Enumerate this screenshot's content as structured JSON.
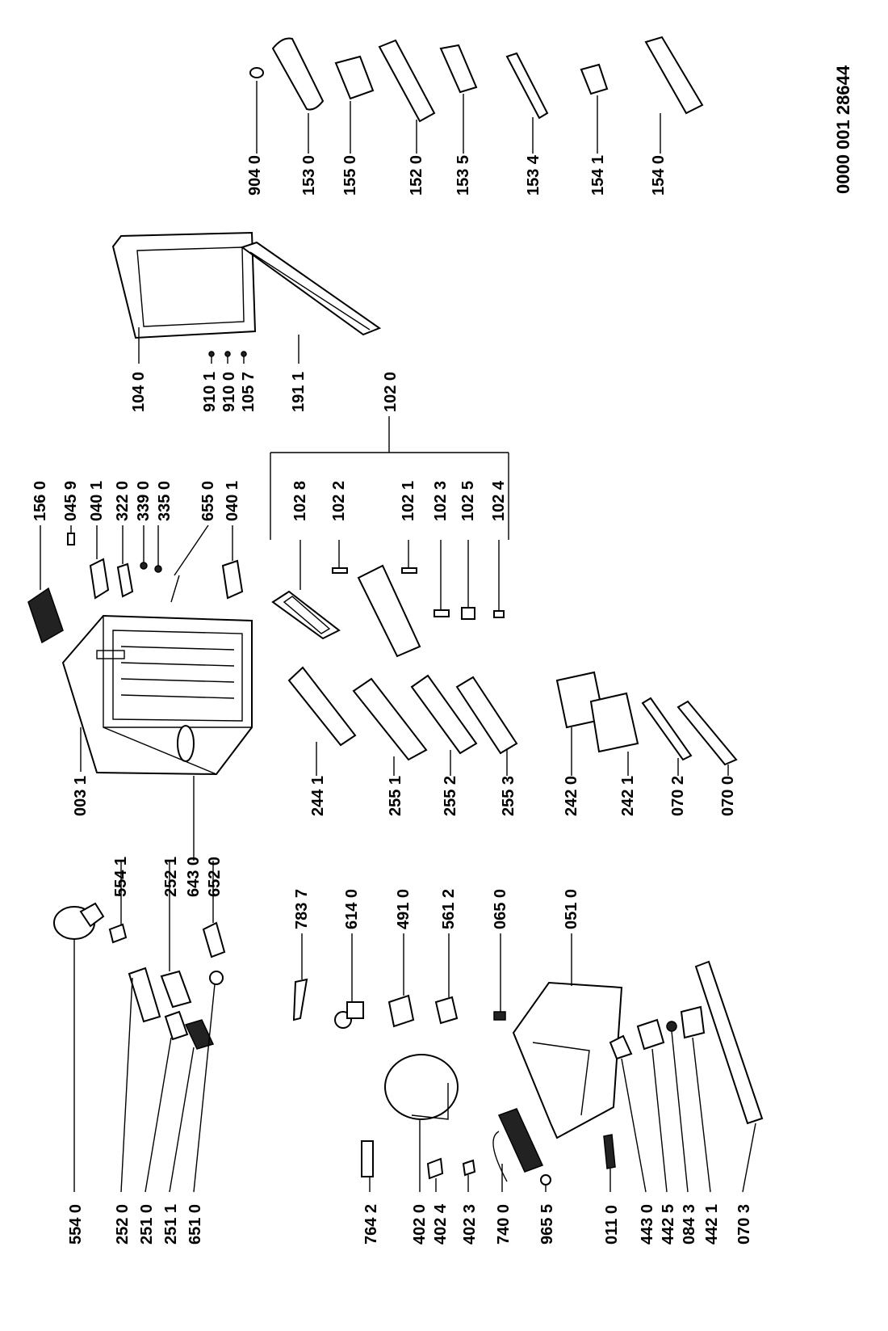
{
  "doc_number": "0000 001 28644",
  "labels": [
    "904 0",
    "153 0",
    "155 0",
    "152 0",
    "153 5",
    "153 4",
    "154 1",
    "154 0",
    "104 0",
    "910 1",
    "910 0",
    "105 7",
    "191 1",
    "102 0",
    "156 0",
    "045 9",
    "040 1",
    "322 0",
    "339 0",
    "335 0",
    "655 0",
    "040 1",
    "102 8",
    "102 2",
    "102 1",
    "102 3",
    "102 5",
    "102 4",
    "003 1",
    "554 1",
    "252 1",
    "643 0",
    "652 0",
    "244 1",
    "255 1",
    "255 2",
    "255 3",
    "242 0",
    "242 1",
    "070 2",
    "070 0",
    "783 7",
    "614 0",
    "491 0",
    "561 2",
    "065 0",
    "051 0",
    "554 0",
    "252 0",
    "251 0",
    "251 1",
    "651 0",
    "764 2",
    "402 0",
    "402 4",
    "402 3",
    "740 0",
    "965 5",
    "011 0",
    "443 0",
    "442 5",
    "084 3",
    "442 1",
    "070 3"
  ]
}
